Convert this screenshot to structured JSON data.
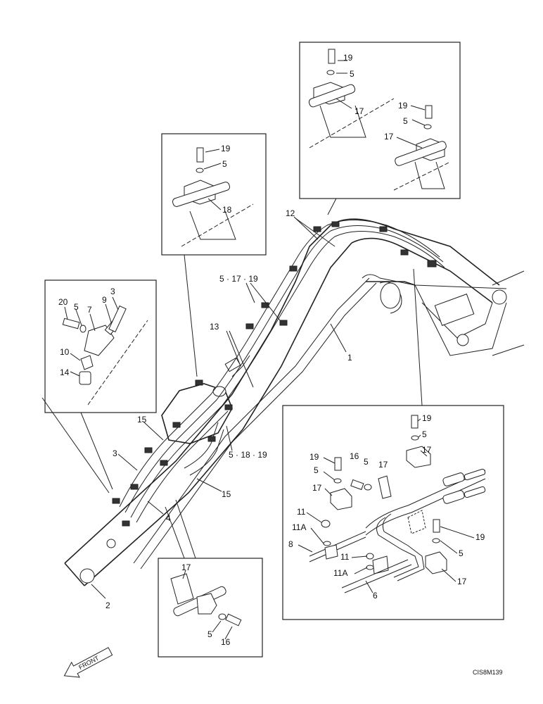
{
  "labels": {
    "l1": "1",
    "l2": "2",
    "l3a": "3",
    "l3b": "3",
    "l4": "4",
    "l5a": "5",
    "l5b": "5",
    "l5c": "5",
    "l5d": "5",
    "l5e": "5",
    "l5f": "5",
    "l5g": "5",
    "l5h": "5",
    "l5i": "5",
    "l6": "6",
    "l7": "7",
    "l8": "8",
    "l9": "9",
    "l10": "10",
    "l11a": "11",
    "l11b": "11",
    "l11Aa": "11A",
    "l11Ab": "11A",
    "l12": "12",
    "l13": "13",
    "l14": "14",
    "l15a": "15",
    "l15b": "15",
    "l16a": "16",
    "l16b": "16",
    "l17a": "17",
    "l17b": "17",
    "l17c": "17",
    "l17d": "17",
    "l17e": "17",
    "l17f": "17",
    "l17g": "17",
    "l18": "18",
    "l19a": "19",
    "l19b": "19",
    "l19c": "19",
    "l19d": "19",
    "l19e": "19",
    "l19f": "19",
    "l20": "20",
    "combo1": "5 · 17 · 19",
    "combo2": "5 · 18 · 19"
  },
  "front_arrow": "FRONT",
  "drawing_code": "CIS8M139"
}
